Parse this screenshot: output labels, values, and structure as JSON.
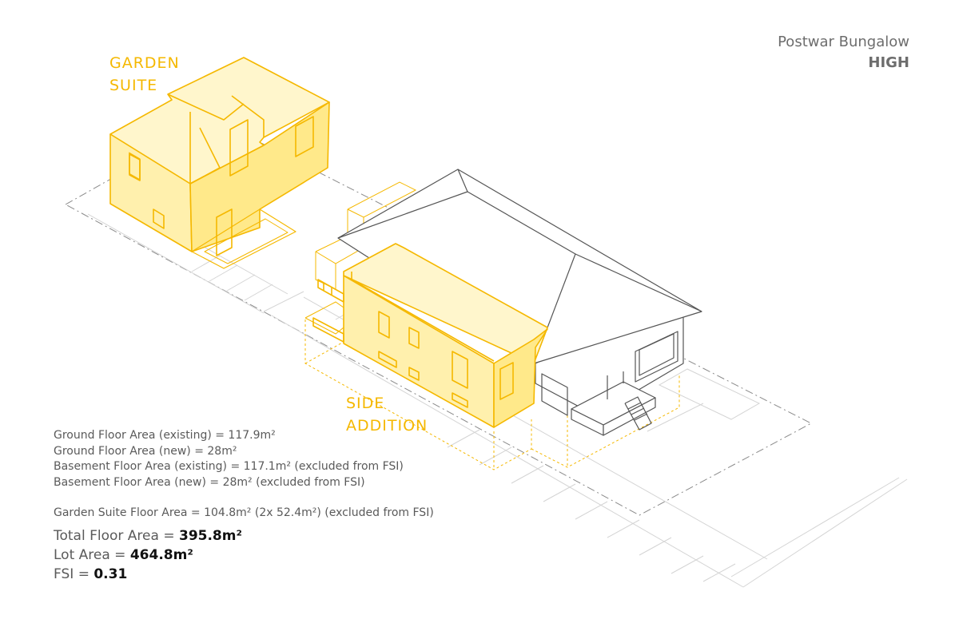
{
  "header": {
    "title": "Postwar Bungalow",
    "subtitle": "HIGH"
  },
  "labels": {
    "garden_suite": [
      "GARDEN",
      "SUITE"
    ],
    "side_addition": [
      "SIDE",
      "ADDITION"
    ]
  },
  "areas": {
    "lines": [
      "Ground Floor Area (existing) = 117.9m²",
      "Ground Floor Area (new) = 28m²",
      "Basement Floor Area (existing) = 117.1m² (excluded from FSI)",
      "Basement Floor Area (new) = 28m² (excluded from FSI)"
    ],
    "garden_suite_line": "Garden Suite Floor Area = 104.8m² (2x 52.4m²) (excluded from FSI)"
  },
  "totals": {
    "total_floor_label": "Total Floor Area = ",
    "total_floor_value": "395.8m²",
    "lot_label": "Lot Area = ",
    "lot_value": "464.8m²",
    "fsi_label": "FSI = ",
    "fsi_value": "0.31"
  },
  "colors": {
    "accent": "#f5b800",
    "fill": "#fff2b8",
    "line": "#555555",
    "light_line": "#cfcfcf"
  }
}
